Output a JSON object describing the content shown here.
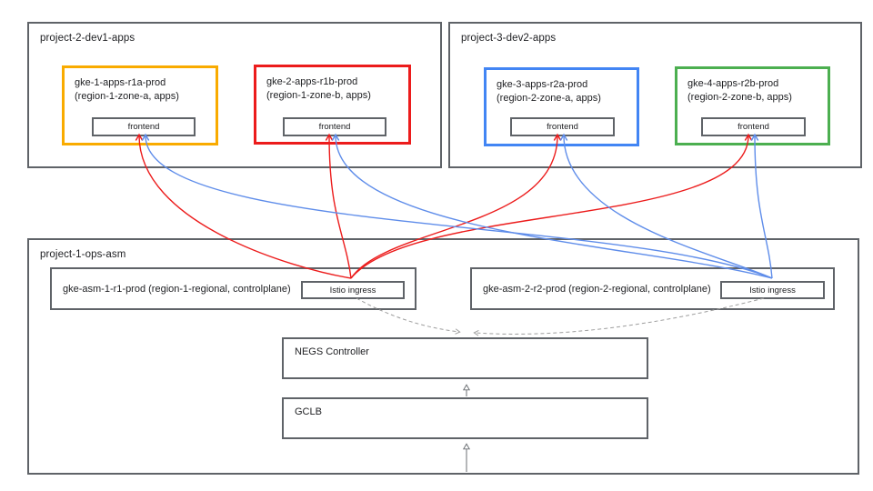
{
  "colors": {
    "orange": "#F9AB00",
    "red": "#EC1C1C",
    "blue": "#4285F4",
    "green": "#4CAF50",
    "line_blue": "#5F8DEA",
    "box_border": "#5F6368",
    "dashed": "#9E9E9E",
    "text": "#202124"
  },
  "projects": {
    "dev1": {
      "title": "project-2-dev1-apps"
    },
    "dev2": {
      "title": "project-3-dev2-apps"
    },
    "ops": {
      "title": "project-1-ops-asm"
    }
  },
  "clusters": [
    {
      "line1": "gke-1-apps-r1a-prod",
      "line2": "(region-1-zone-a, apps)",
      "service": "frontend",
      "border_color": "#F9AB00"
    },
    {
      "line1": "gke-2-apps-r1b-prod",
      "line2": "(region-1-zone-b, apps)",
      "service": "frontend",
      "border_color": "#EC1C1C"
    },
    {
      "line1": "gke-3-apps-r2a-prod",
      "line2": "(region-2-zone-a, apps)",
      "service": "frontend",
      "border_color": "#4285F4"
    },
    {
      "line1": "gke-4-apps-r2b-prod",
      "line2": "(region-2-zone-b, apps)",
      "service": "frontend",
      "border_color": "#4CAF50"
    }
  ],
  "asm_clusters": [
    {
      "label": "gke-asm-1-r1-prod (region-1-regional, controlplane)",
      "service": "Istio ingress"
    },
    {
      "label": "gke-asm-2-r2-prod (region-2-regional, controlplane)",
      "service": "Istio ingress"
    }
  ],
  "infra": {
    "negs_label": "NEGS Controller",
    "gclb_label": "GCLB"
  }
}
